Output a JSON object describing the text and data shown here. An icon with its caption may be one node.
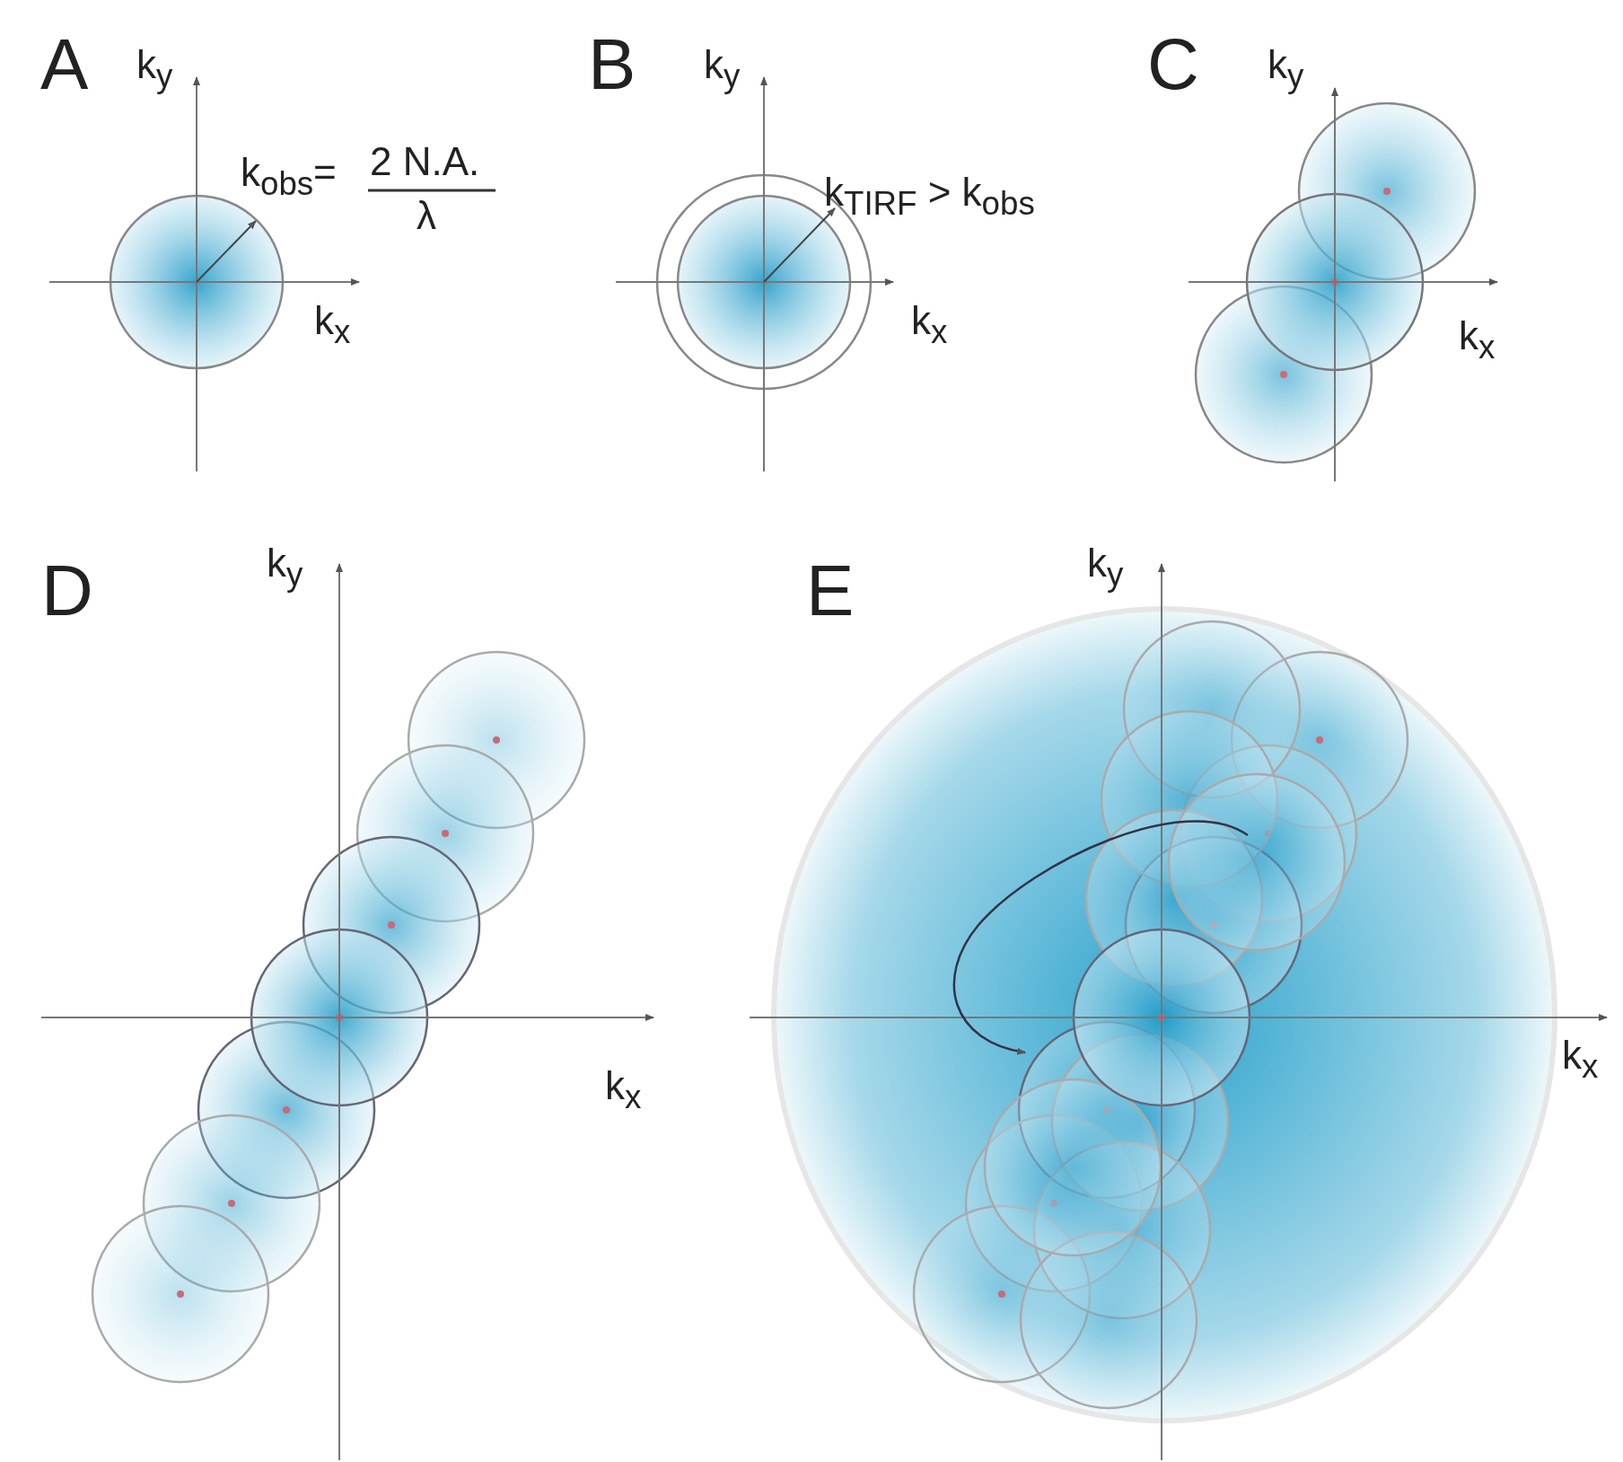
{
  "diagram": {
    "labels": [
      "A",
      "k$_{y}$",
      "k$_{obs}$=",
      "2 N.A.",
      "λ",
      "k$_{x}$",
      "B",
      "k$_{y}$",
      "k$_{TIRF}$ > k$_{obs}$",
      "k$_{x}$",
      "C",
      "k$_{y}$",
      "k$_{x}$",
      "D",
      "k$_{y}$",
      "k$_{x}$",
      "E",
      "k$_{y}$",
      "k$_{x}$"
    ]
  }
}
